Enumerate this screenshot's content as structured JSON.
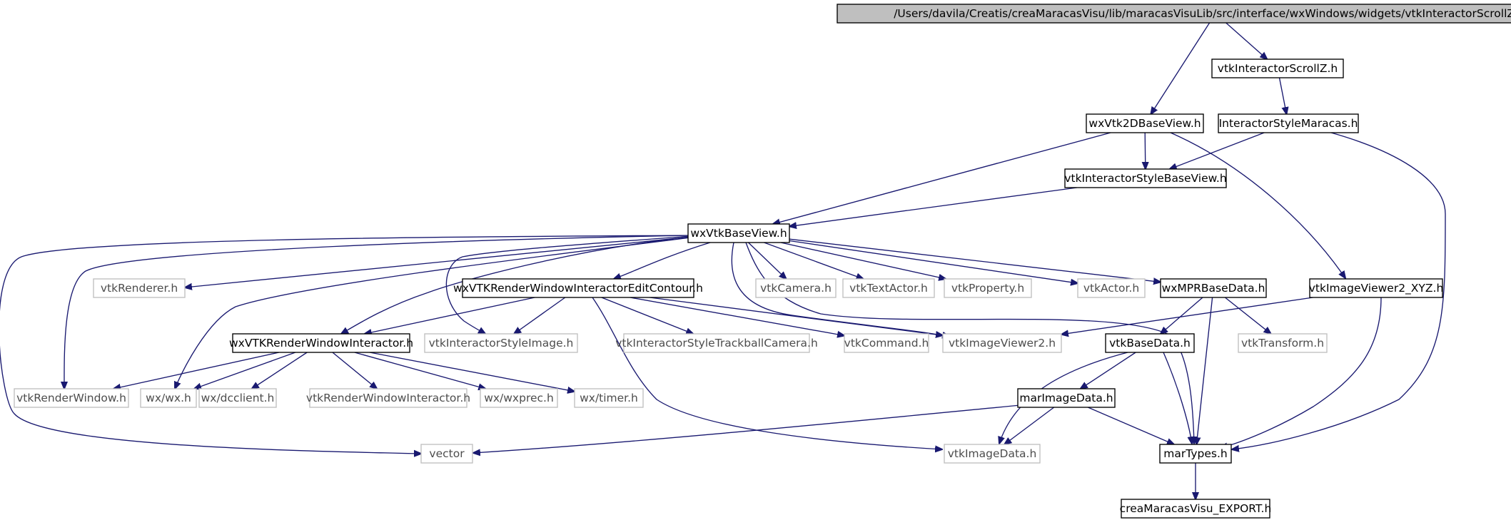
{
  "colors": {
    "edge": "#191970",
    "root_fill": "#bfbfbf",
    "documented_border": "#000000",
    "undocumented_border": "#bfbfbf",
    "documented_text": "#000000",
    "undocumented_text": "#4d4d4d"
  },
  "nodes": [
    {
      "id": "n0",
      "label": "/Users/davila/Creatis/creaMaracasVisu/lib/maracasVisuLib/src/interface/wxWindows/widgets/vtkInteractorScrollZ.cxx",
      "kind": "root"
    },
    {
      "id": "n1",
      "label": "vtkInteractorScrollZ.h",
      "kind": "documented"
    },
    {
      "id": "n2",
      "label": "wxVtk2DBaseView.h",
      "kind": "documented"
    },
    {
      "id": "n3",
      "label": "InteractorStyleMaracas.h",
      "kind": "documented"
    },
    {
      "id": "n4",
      "label": "vtkInteractorStyleBaseView.h",
      "kind": "documented"
    },
    {
      "id": "n5",
      "label": "wxVtkBaseView.h",
      "kind": "documented"
    },
    {
      "id": "n6",
      "label": "vtkRenderer.h",
      "kind": "external"
    },
    {
      "id": "n7",
      "label": "wxVTKRenderWindowInteractorEditContour.h",
      "kind": "documented"
    },
    {
      "id": "n8",
      "label": "vtkCamera.h",
      "kind": "external"
    },
    {
      "id": "n9",
      "label": "vtkTextActor.h",
      "kind": "external"
    },
    {
      "id": "n10",
      "label": "vtkProperty.h",
      "kind": "external"
    },
    {
      "id": "n11",
      "label": "vtkActor.h",
      "kind": "external"
    },
    {
      "id": "n12",
      "label": "wxMPRBaseData.h",
      "kind": "documented"
    },
    {
      "id": "n13",
      "label": "vtkImageViewer2_XYZ.h",
      "kind": "documented"
    },
    {
      "id": "n14",
      "label": "wxVTKRenderWindowInteractor.h",
      "kind": "documented"
    },
    {
      "id": "n15",
      "label": "vtkInteractorStyleImage.h",
      "kind": "external"
    },
    {
      "id": "n16",
      "label": "vtkInteractorStyleTrackballCamera.h",
      "kind": "external"
    },
    {
      "id": "n17",
      "label": "vtkCommand.h",
      "kind": "external"
    },
    {
      "id": "n18",
      "label": "vtkImageViewer2.h",
      "kind": "external"
    },
    {
      "id": "n19",
      "label": "vtkBaseData.h",
      "kind": "documented"
    },
    {
      "id": "n20",
      "label": "vtkTransform.h",
      "kind": "external"
    },
    {
      "id": "n21",
      "label": "vtkRenderWindow.h",
      "kind": "external"
    },
    {
      "id": "n22",
      "label": "wx/wx.h",
      "kind": "external"
    },
    {
      "id": "n23",
      "label": "wx/dcclient.h",
      "kind": "external"
    },
    {
      "id": "n24",
      "label": "vtkRenderWindowInteractor.h",
      "kind": "external"
    },
    {
      "id": "n25",
      "label": "wx/wxprec.h",
      "kind": "external"
    },
    {
      "id": "n26",
      "label": "wx/timer.h",
      "kind": "external"
    },
    {
      "id": "n27",
      "label": "marImageData.h",
      "kind": "documented"
    },
    {
      "id": "n28",
      "label": "vector",
      "kind": "external"
    },
    {
      "id": "n29",
      "label": "vtkImageData.h",
      "kind": "external"
    },
    {
      "id": "n30",
      "label": "marTypes.h",
      "kind": "documented"
    },
    {
      "id": "n31",
      "label": "creaMaracasVisu_EXPORT.h",
      "kind": "documented"
    }
  ],
  "edges": [
    [
      "n0",
      "n2"
    ],
    [
      "n0",
      "n1"
    ],
    [
      "n1",
      "n3"
    ],
    [
      "n2",
      "n5"
    ],
    [
      "n2",
      "n4"
    ],
    [
      "n2",
      "n13"
    ],
    [
      "n3",
      "n4"
    ],
    [
      "n3",
      "n30"
    ],
    [
      "n4",
      "n5"
    ],
    [
      "n5",
      "n28"
    ],
    [
      "n5",
      "n21"
    ],
    [
      "n5",
      "n6"
    ],
    [
      "n5",
      "n22"
    ],
    [
      "n5",
      "n14"
    ],
    [
      "n5",
      "n15"
    ],
    [
      "n5",
      "n7"
    ],
    [
      "n5",
      "n8"
    ],
    [
      "n5",
      "n9"
    ],
    [
      "n5",
      "n10"
    ],
    [
      "n5",
      "n11"
    ],
    [
      "n5",
      "n12"
    ],
    [
      "n5",
      "n18"
    ],
    [
      "n5",
      "n30"
    ],
    [
      "n7",
      "n14"
    ],
    [
      "n7",
      "n15"
    ],
    [
      "n7",
      "n16"
    ],
    [
      "n7",
      "n17"
    ],
    [
      "n7",
      "n18"
    ],
    [
      "n7",
      "n29"
    ],
    [
      "n12",
      "n19"
    ],
    [
      "n12",
      "n20"
    ],
    [
      "n12",
      "n30"
    ],
    [
      "n13",
      "n18"
    ],
    [
      "n13",
      "n30"
    ],
    [
      "n14",
      "n21"
    ],
    [
      "n14",
      "n22"
    ],
    [
      "n14",
      "n23"
    ],
    [
      "n14",
      "n24"
    ],
    [
      "n14",
      "n25"
    ],
    [
      "n14",
      "n26"
    ],
    [
      "n19",
      "n27"
    ],
    [
      "n19",
      "n29"
    ],
    [
      "n19",
      "n30"
    ],
    [
      "n27",
      "n28"
    ],
    [
      "n27",
      "n29"
    ],
    [
      "n27",
      "n30"
    ],
    [
      "n30",
      "n31"
    ]
  ]
}
